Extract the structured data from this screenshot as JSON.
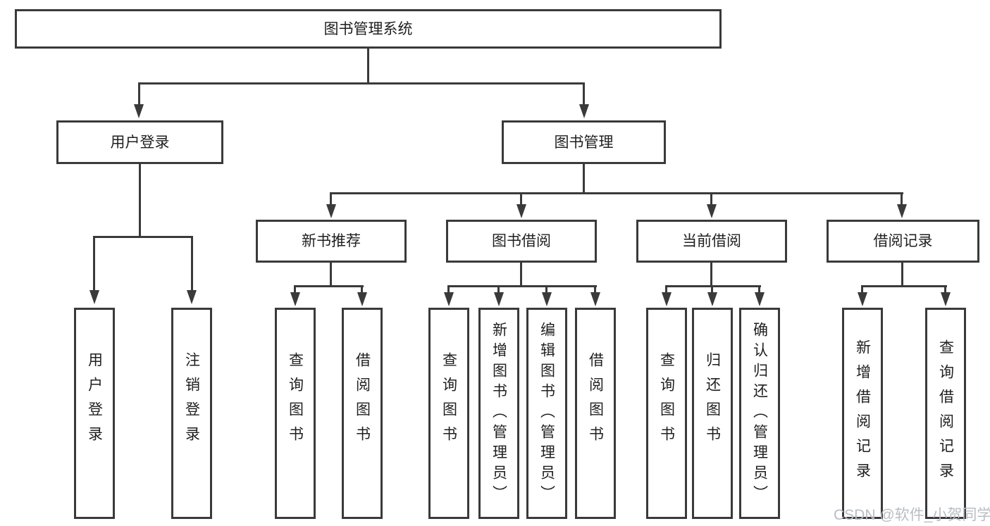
{
  "diagram": {
    "tree": {
      "label": "图书管理系统",
      "children": [
        {
          "label": "用户登录",
          "children": [
            {
              "label": "用户登录"
            },
            {
              "label": "注销登录"
            }
          ]
        },
        {
          "label": "图书管理",
          "children": [
            {
              "label": "新书推荐",
              "children": [
                {
                  "label": "查询图书"
                },
                {
                  "label": "借阅图书"
                }
              ]
            },
            {
              "label": "图书借阅",
              "children": [
                {
                  "label": "查询图书"
                },
                {
                  "label": "新增图书（管理员）"
                },
                {
                  "label": "编辑图书（管理员）"
                },
                {
                  "label": "借阅图书"
                }
              ]
            },
            {
              "label": "当前借阅",
              "children": [
                {
                  "label": "查询图书"
                },
                {
                  "label": "归还图书"
                },
                {
                  "label": "确认归还（管理员）"
                }
              ]
            },
            {
              "label": "借阅记录",
              "children": [
                {
                  "label": "新增借阅记录"
                },
                {
                  "label": "查询借阅记录"
                }
              ]
            }
          ]
        }
      ]
    }
  },
  "watermark": {
    "text": "CSDN @软件_小贺同学"
  },
  "colors": {
    "line": "#3a3a3a",
    "text": "#1f1f1f",
    "watermark": "#b8bec4",
    "background": "#ffffff"
  }
}
